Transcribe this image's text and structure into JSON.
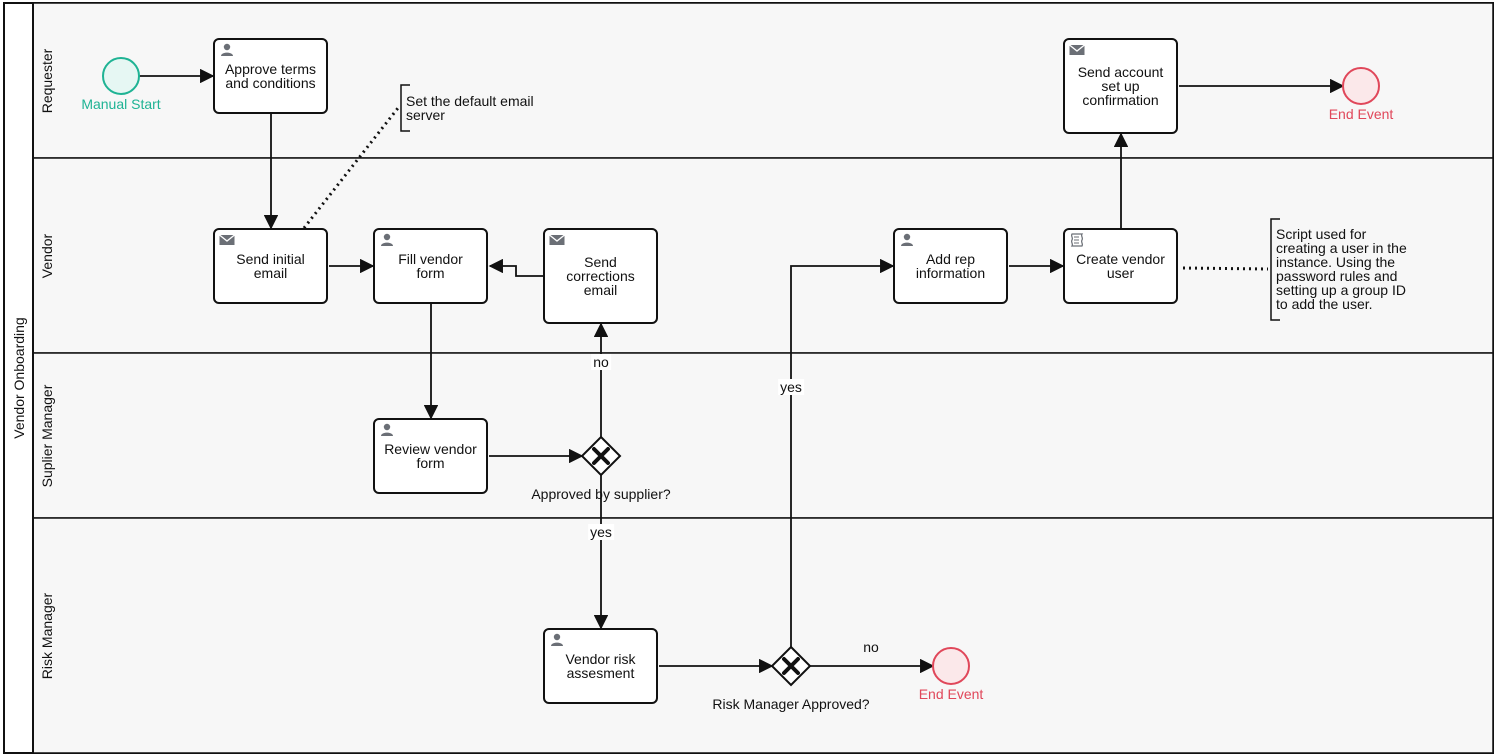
{
  "pool": {
    "title": "Vendor Onboarding"
  },
  "lanes": {
    "requester": "Requester",
    "vendor": "Vendor",
    "supplier_manager": "Suplier Manager",
    "risk_manager": "Risk Manager"
  },
  "tasks": {
    "approve_terms": {
      "label": "Approve terms\nand conditions",
      "icon": "user-icon"
    },
    "send_initial_email": {
      "label": "Send initial\nemail",
      "icon": "envelope-icon"
    },
    "fill_vendor_form": {
      "label": "Fill vendor\nform",
      "icon": "user-icon"
    },
    "send_corrections_email": {
      "label": "Send\ncorrections\nemail",
      "icon": "envelope-icon"
    },
    "review_vendor_form": {
      "label": "Review vendor\nform",
      "icon": "user-icon"
    },
    "vendor_risk_assesment": {
      "label": "Vendor risk\nassesment",
      "icon": "user-icon"
    },
    "add_rep_information": {
      "label": "Add rep\ninformation",
      "icon": "user-icon"
    },
    "create_vendor_user": {
      "label": "Create vendor\nuser",
      "icon": "script-icon"
    },
    "send_account_confirmation": {
      "label": "Send account\nset up\nconfirmation",
      "icon": "envelope-icon"
    }
  },
  "events": {
    "manual_start": "Manual Start",
    "end_event_top": "End Event",
    "end_event_bottom": "End Event"
  },
  "gateways": {
    "approved_by_supplier": "Approved by supplier?",
    "risk_manager_approved": "Risk Manager Approved?"
  },
  "flow_labels": {
    "no_supplier": "no",
    "yes_supplier": "yes",
    "yes_risk": "yes",
    "no_risk": "no"
  },
  "annotations": {
    "email_server": "Set the default email\nserver",
    "script_note": "Script used for\ncreating a user in the\ninstance. Using the\npassword rules and\nsetting up a group ID\nto add the user."
  },
  "colors": {
    "lane_fill": "#f7f7f7",
    "border": "#111111",
    "start_event": "#1fb394",
    "start_event_fill": "#e6f7f3",
    "end_event": "#e0475a",
    "end_event_fill": "#fbe8ea",
    "icon": "#6b6f76"
  }
}
